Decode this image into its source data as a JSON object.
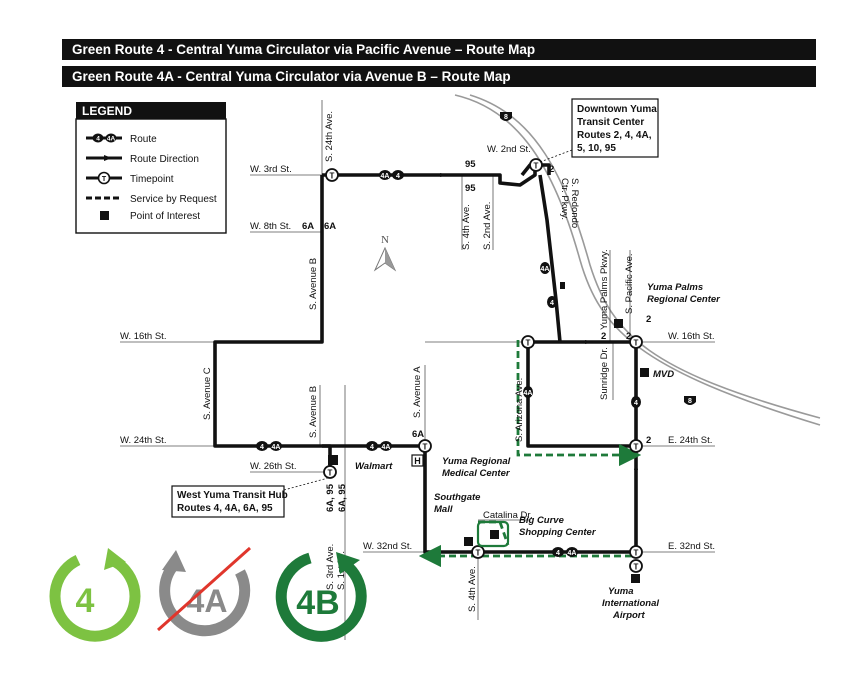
{
  "titles": {
    "route4": "Green Route 4 - Central Yuma Circulator via Pacific Avenue – Route Map",
    "route4a": "Green Route 4A - Central Yuma Circulator via Avenue B – Route Map"
  },
  "legend": {
    "heading": "LEGEND",
    "items": {
      "route": "Route",
      "direction": "Route Direction",
      "timepoint": "Timepoint",
      "request": "Service by Request",
      "poi": "Point of Interest"
    },
    "route_badges": [
      "4",
      "4A"
    ],
    "timepoint_letter": "T"
  },
  "streets": {
    "w3rd": "W. 3rd St.",
    "w8th": "W. 8th St.",
    "w16th": "W. 16th St.",
    "w24th": "W. 24th St.",
    "w26th": "W. 26th St.",
    "w32nd": "W. 32nd St.",
    "w2nd": "W. 2nd St.",
    "e24th": "E. 24th St.",
    "e32nd": "E. 32nd St.",
    "s24thAve": "S. 24th Ave.",
    "sAveB_north": "S. Avenue B",
    "sAveB_south": "S. Avenue B",
    "sAveC": "S. Avenue C",
    "sAveA": "S. Avenue A",
    "s4thAve_north": "S. 4th Ave.",
    "s2ndAve": "S. 2nd Ave.",
    "sRedondo": "S. Redondo",
    "ctrPkwy": "Ctr. Pkwy.",
    "yumaPalmsPkwy": "Yuma Palms Pkwy.",
    "sPacificAve": "S. Pacific Ave.",
    "sunridgeDr": "Sunridge Dr.",
    "sArizonaAve": "S. Arizona Ave.",
    "catalinaDr": "Catalina Dr.",
    "s4thAve_south": "S. 4th Ave.",
    "s3rdAve": "S. 3rd Ave.",
    "s1stDr": "S. 1st Dr."
  },
  "pois": {
    "downtown": {
      "line1": "Downtown Yuma",
      "line2": "Transit Center",
      "line3": "Routes 2, 4, 4A,",
      "line4": "5, 10, 95"
    },
    "westYuma": {
      "line1": "West Yuma Transit Hub",
      "line2": "Routes 4, 4A, 6A, 95"
    },
    "yumaPalms": {
      "line1": "Yuma Palms",
      "line2": "Regional Center"
    },
    "mvd": "MVD",
    "walmart": "Walmart",
    "medical": {
      "line1": "Yuma Regional",
      "line2": "Medical Center"
    },
    "southgate": {
      "line1": "Southgate",
      "line2": "Mall"
    },
    "bigCurve": "Big Curve",
    "shoppingCenter": "Shopping Center",
    "airport": {
      "line1": "Yuma",
      "line2": "International",
      "line3": "Airport"
    },
    "hospital_letter": "H"
  },
  "route_labels": {
    "r95_a": "95",
    "r95_b": "95",
    "r2_w2nd": "2",
    "r2_palms": "2",
    "r2_pacific": "2",
    "r2_16th": "2",
    "r2_24th": "2",
    "r6A_8th_a": "6A",
    "r6A_8th_b": "6A",
    "r6A_aveA": "6A",
    "r6A95_a": "6A, 95",
    "r6A95_b": "6A, 95",
    "hwy8_a": "8",
    "hwy8_b": "8"
  },
  "compass": "N",
  "badges": {
    "b4": {
      "label": "4",
      "color": "#7dc242"
    },
    "b4a": {
      "label": "4A",
      "color": "#8a8a8a"
    },
    "b4b": {
      "label": "4B",
      "color": "#1e7a3a"
    }
  },
  "colors": {
    "route": "#111111",
    "request": "#1e7a3a",
    "railroad": "#9a9a9a"
  }
}
